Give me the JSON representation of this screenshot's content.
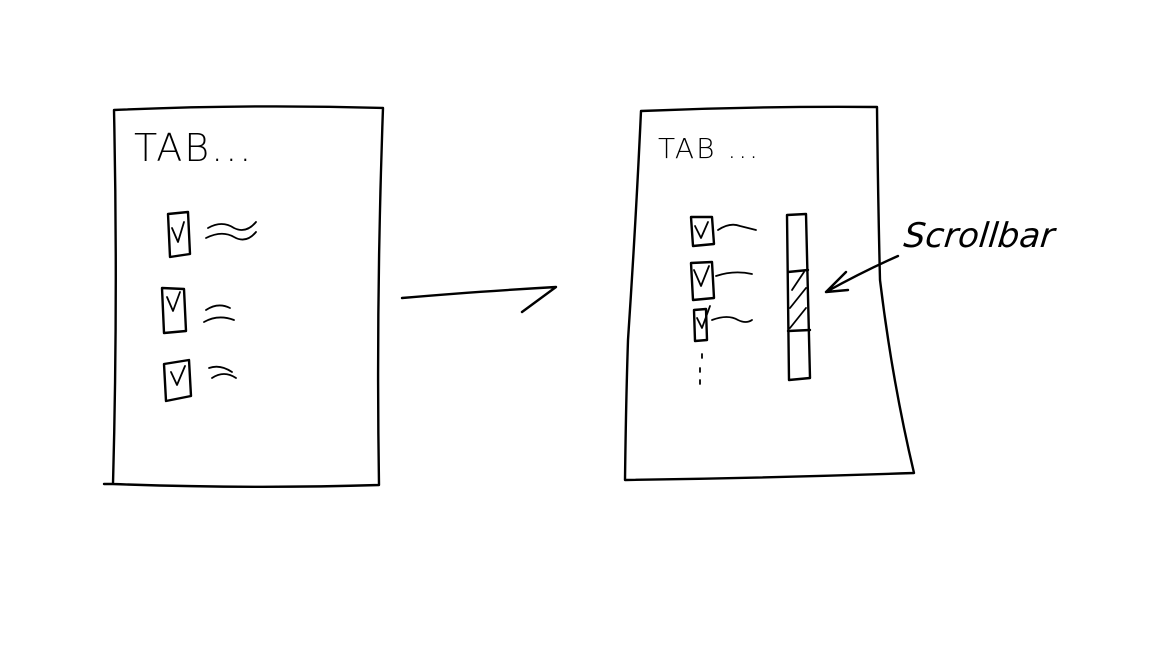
{
  "left_panel": {
    "title": "TAB...",
    "checkboxes": [
      {
        "checked": true
      },
      {
        "checked": true
      },
      {
        "checked": true
      }
    ]
  },
  "right_panel": {
    "title": "TAB ...",
    "checkboxes": [
      {
        "checked": true
      },
      {
        "checked": true
      },
      {
        "checked": true
      }
    ],
    "more_indicator": "⋮"
  },
  "callout": {
    "text": "Scrollbar",
    "target": "scrollbar-thumb"
  },
  "colors": {
    "ink": "#000000",
    "background": "#ffffff"
  }
}
